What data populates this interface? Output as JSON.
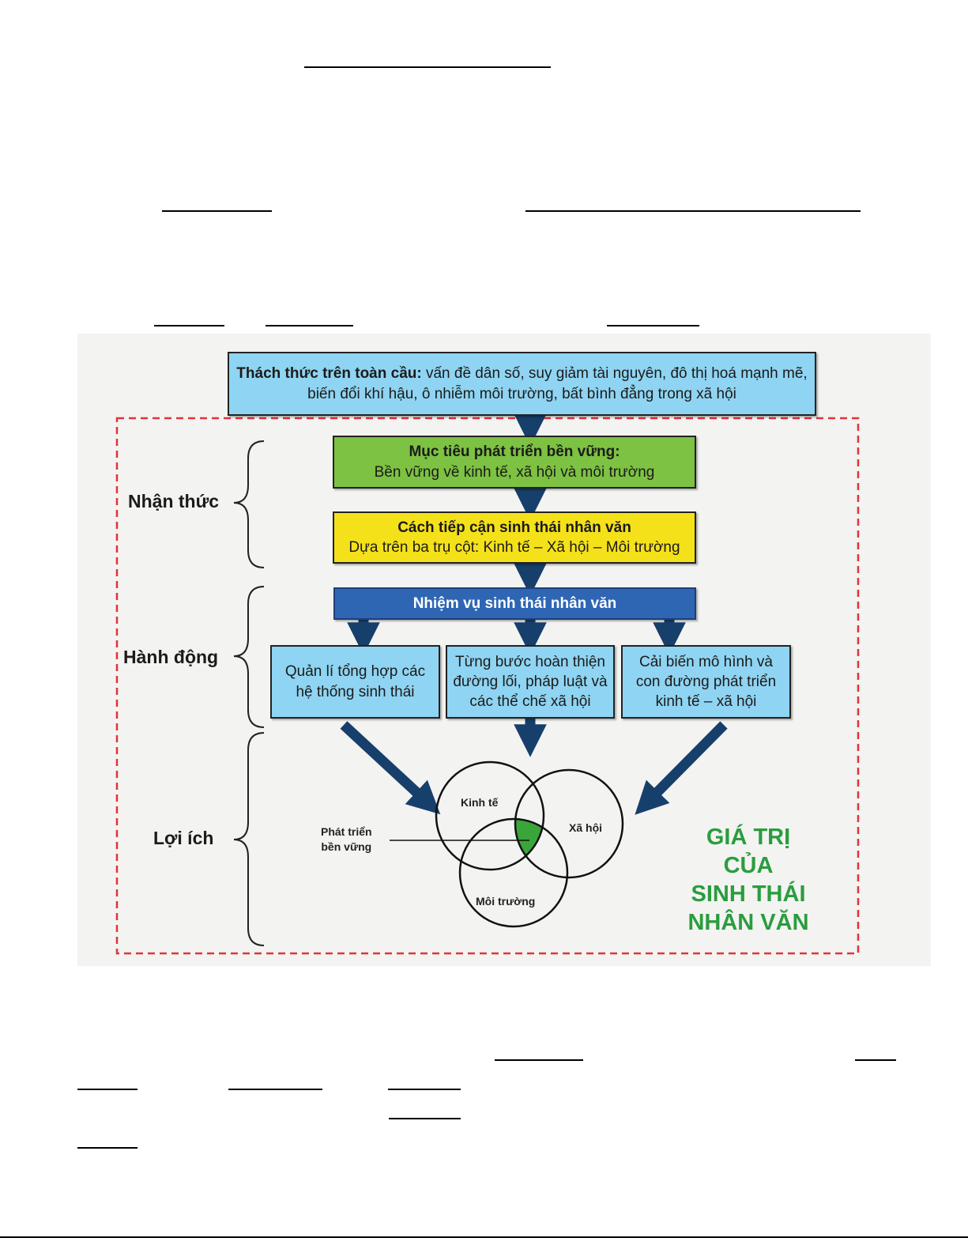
{
  "diagram": {
    "top_box": {
      "bold": "Thách thức trên toàn cầu:",
      "text": " vấn đề dân số, suy giảm tài nguyên, đô thị hoá mạnh mẽ, biến đổi khí hậu, ô nhiễm môi trường, bất bình đẳng trong xã hội"
    },
    "goal_box": {
      "title": "Mục tiêu phát triển bền vững:",
      "text": "Bền vững về kinh tế, xã hội và môi trường"
    },
    "approach_box": {
      "title": "Cách tiếp cận sinh thái nhân văn",
      "text": "Dựa trên ba trụ cột: Kinh tế – Xã hội – Môi trường"
    },
    "task_box": "Nhiệm vụ sinh thái nhân văn",
    "actions": [
      "Quản lí tổng hợp các hệ thống sinh thái",
      "Từng bước hoàn thiện đường lối, pháp luật và các thể chế xã hội",
      "Cải biến mô hình và con đường phát triển kinh tế – xã hội"
    ],
    "side_labels": {
      "awareness": "Nhận thức",
      "action": "Hành động",
      "benefit": "Lợi ích"
    },
    "venn": {
      "economy": "Kinh tế",
      "society": "Xã hội",
      "environment": "Môi trường",
      "sustainable_line1": "Phát triển",
      "sustainable_line2": "bền vững"
    },
    "value_label": [
      "GIÁ TRỊ CỦA",
      "SINH THÁI",
      "NHÂN VĂN"
    ],
    "colors": {
      "light_blue": "#8fd4f2",
      "green": "#7dc242",
      "yellow": "#f5e11a",
      "dark_blue": "#2f66b4",
      "arrow": "#173f6b",
      "dashed_frame": "#e0343a",
      "value_text": "#2a9d3e",
      "venn_center": "#3aa63a"
    }
  }
}
